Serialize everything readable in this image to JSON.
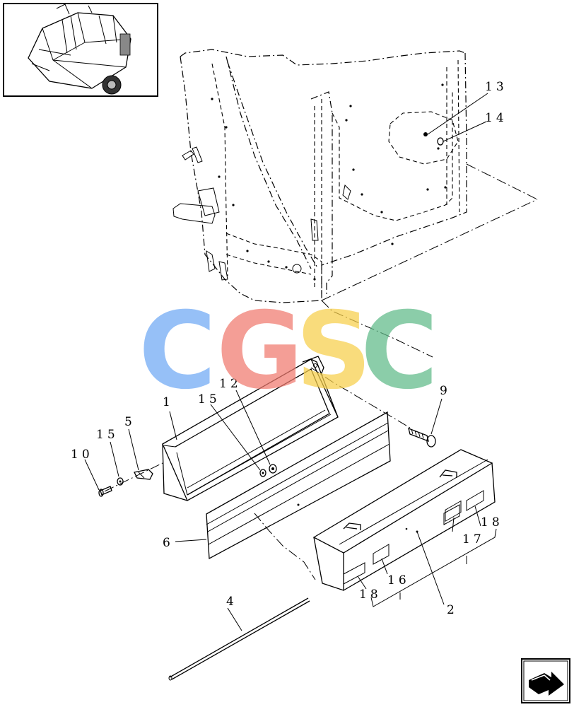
{
  "callouts": [
    {
      "id": "c1",
      "text": "1"
    },
    {
      "id": "c2",
      "text": "2"
    },
    {
      "id": "c4",
      "text": "4"
    },
    {
      "id": "c5",
      "text": "5"
    },
    {
      "id": "c6",
      "text": "6"
    },
    {
      "id": "c9",
      "text": "9"
    },
    {
      "id": "c10",
      "text": "10"
    },
    {
      "id": "c12",
      "text": "12"
    },
    {
      "id": "c13",
      "text": "13"
    },
    {
      "id": "c14",
      "text": "14"
    },
    {
      "id": "c15a",
      "text": "15"
    },
    {
      "id": "c15b",
      "text": "15"
    },
    {
      "id": "c16",
      "text": "16"
    },
    {
      "id": "c17",
      "text": "17"
    },
    {
      "id": "c18a",
      "text": "18"
    },
    {
      "id": "c18b",
      "text": "18"
    }
  ],
  "watermark": {
    "letters": [
      "C",
      "G",
      "S",
      "C"
    ],
    "colors": [
      "#6ea8f5",
      "#f07a6e",
      "#f7cf4a",
      "#5fba88"
    ]
  },
  "icons": {
    "thumbnail": "baler-machine-thumbnail",
    "nav": "next-page-arrow-icon"
  }
}
